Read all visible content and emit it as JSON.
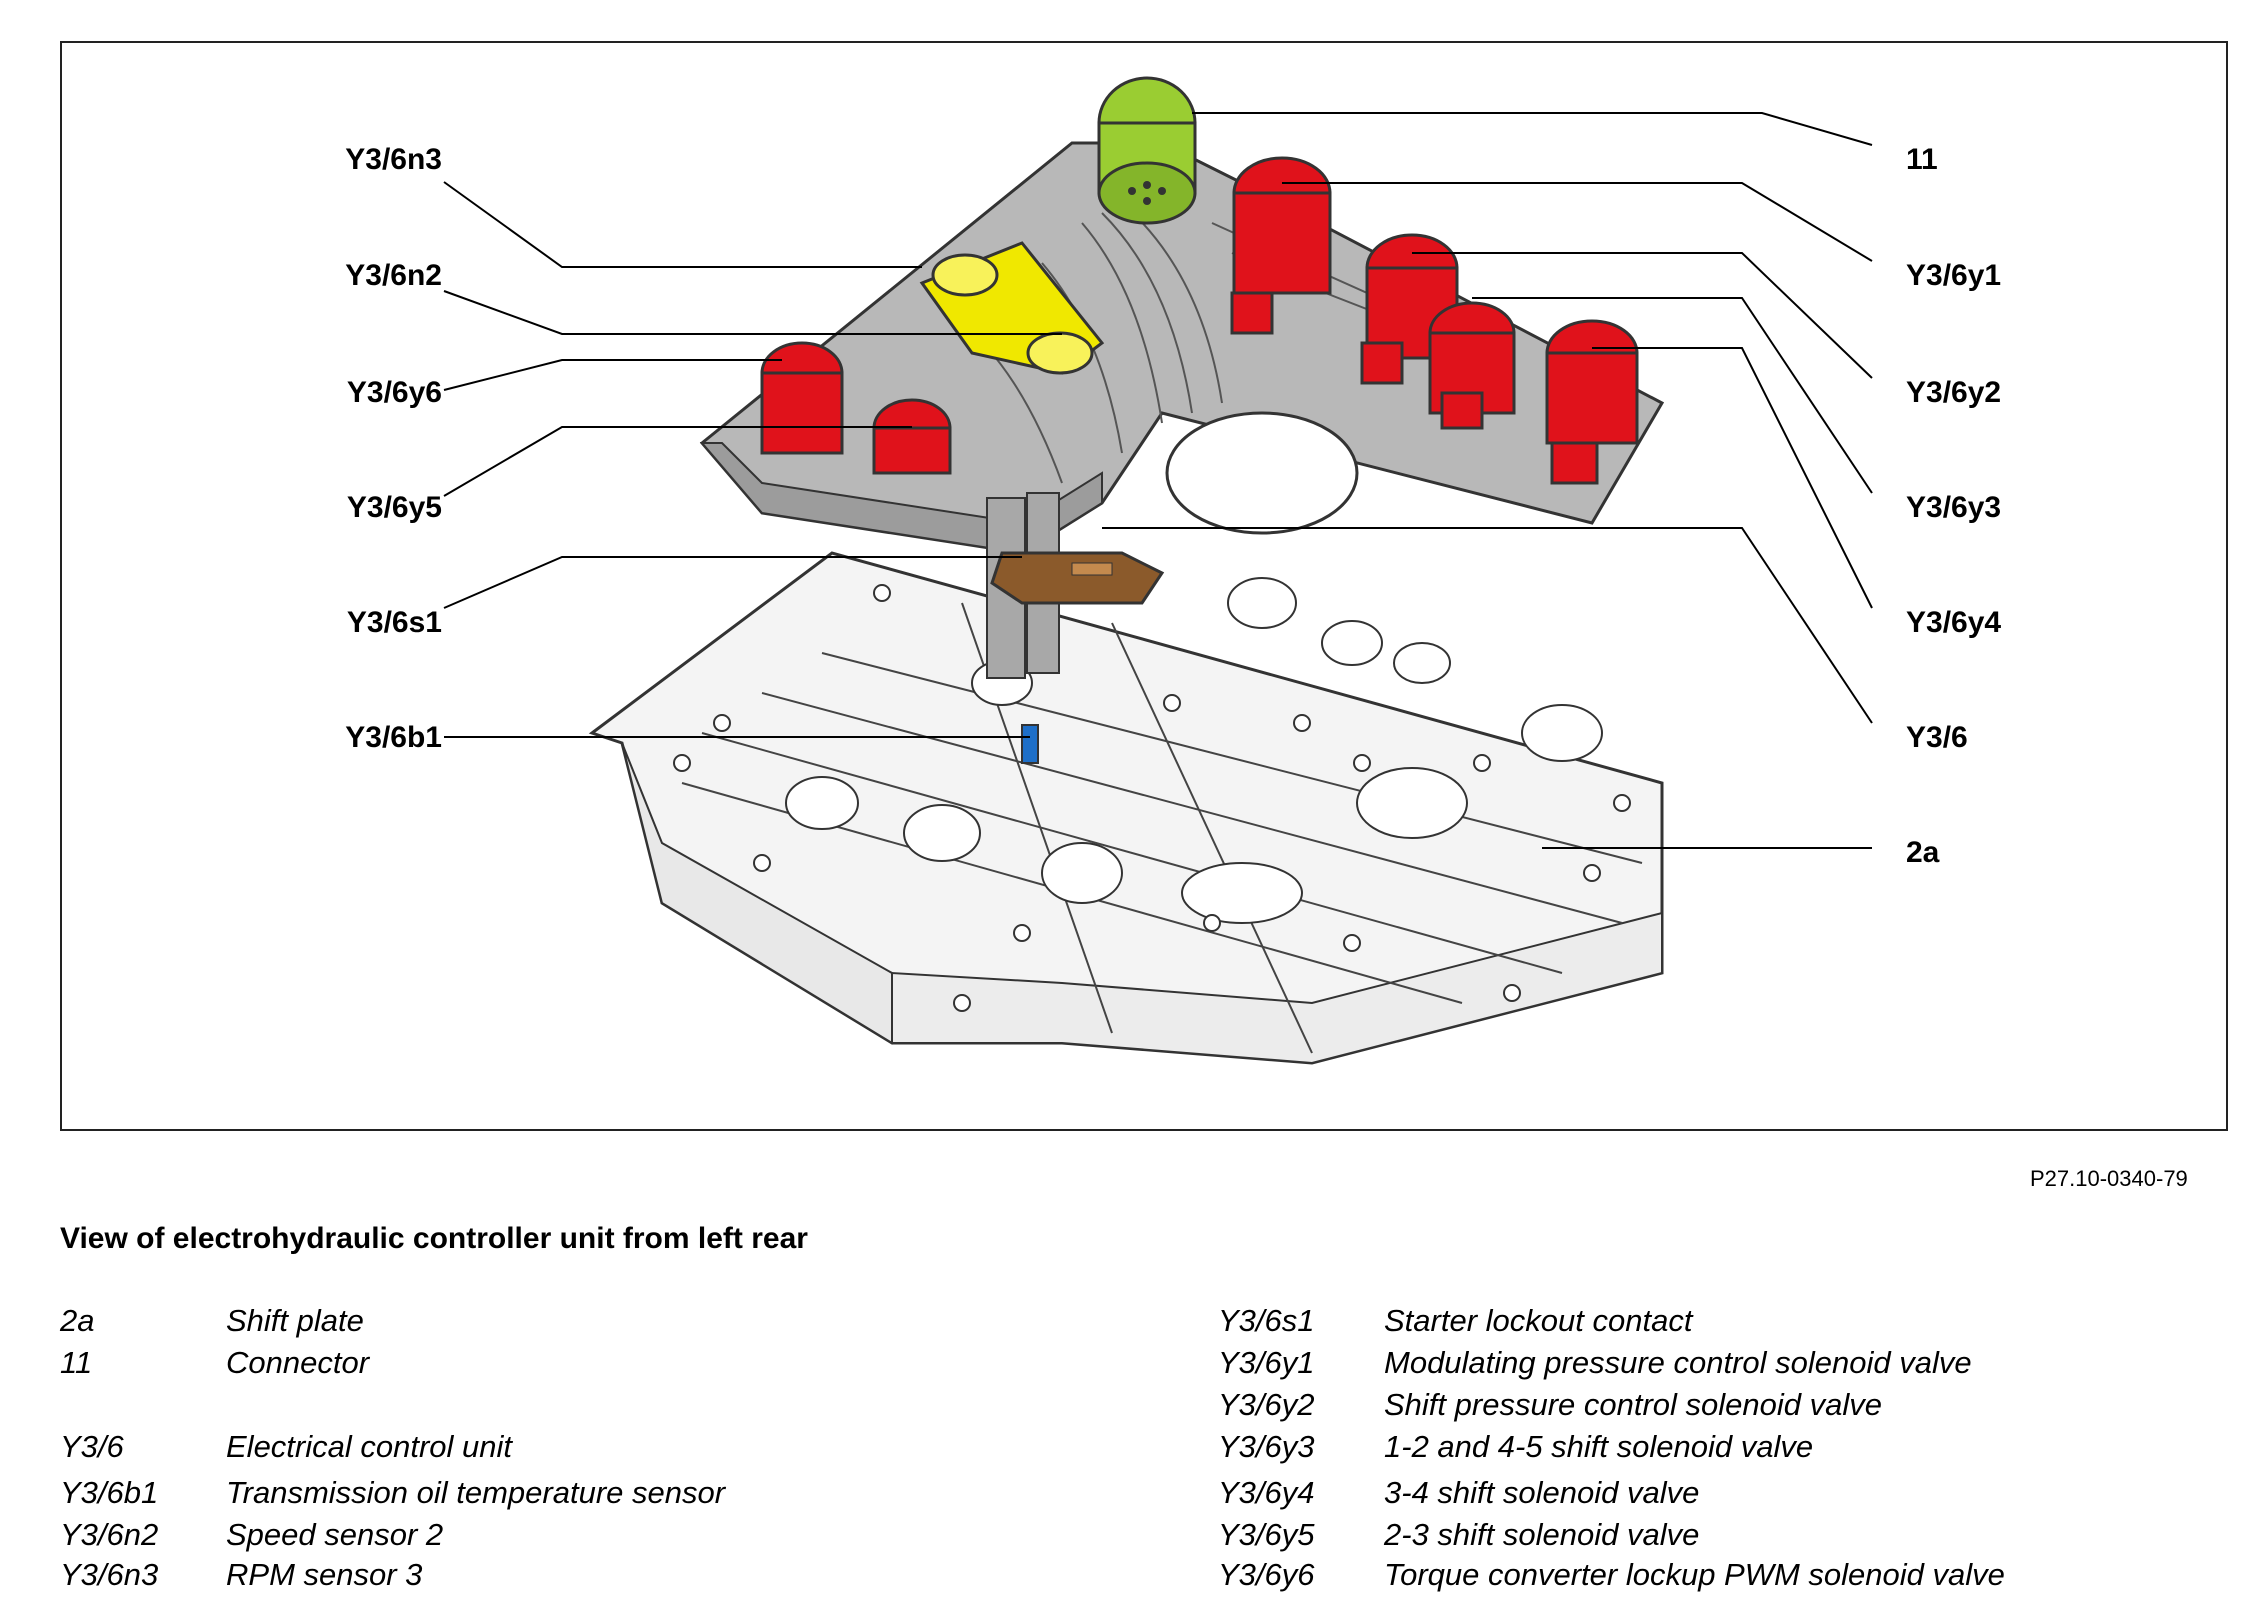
{
  "figure": {
    "code": "P27.10-0340-79",
    "caption": "View of electrohydraulic controller unit from left rear",
    "callouts_left": [
      "Y3/6n3",
      "Y3/6n2",
      "Y3/6y6",
      "Y3/6y5",
      "Y3/6s1",
      "Y3/6b1"
    ],
    "callouts_right": [
      "11",
      "Y3/6y1",
      "Y3/6y2",
      "Y3/6y3",
      "Y3/6y4",
      "Y3/6",
      "2a"
    ],
    "colors": {
      "connector": "#9acd32",
      "solenoid_valve": "#e0121b",
      "speed_sensor": "#f0e800",
      "starter_lockout_contact": "#8b5a2b",
      "temperature_sensor": "#1e6fc8",
      "control_unit": "#b8b8b8",
      "shift_plate": "#f4f4f4"
    }
  },
  "legend_left": [
    {
      "code": "2a",
      "desc": "Shift plate"
    },
    {
      "code": "11",
      "desc": "Connector"
    },
    {
      "code": "Y3/6",
      "desc": "Electrical control unit"
    },
    {
      "code": "Y3/6b1",
      "desc": "Transmission oil temperature sensor"
    },
    {
      "code": "Y3/6n2",
      "desc": " Speed sensor 2"
    },
    {
      "code": "Y3/6n3",
      "desc": "RPM sensor 3"
    }
  ],
  "legend_right": [
    {
      "code": "Y3/6s1",
      "desc": "Starter lockout contact"
    },
    {
      "code": "Y3/6y1",
      "desc": "Modulating pressure control solenoid valve"
    },
    {
      "code": "Y3/6y2",
      "desc": "Shift pressure control solenoid valve"
    },
    {
      "code": "Y3/6y3",
      "desc": "1-2 and 4-5 shift solenoid valve"
    },
    {
      "code": "Y3/6y4",
      "desc": "3-4 shift solenoid valve"
    },
    {
      "code": "Y3/6y5",
      "desc": "2-3 shift solenoid valve"
    },
    {
      "code": "Y3/6y6",
      "desc": "Torque converter lockup PWM solenoid valve"
    }
  ]
}
